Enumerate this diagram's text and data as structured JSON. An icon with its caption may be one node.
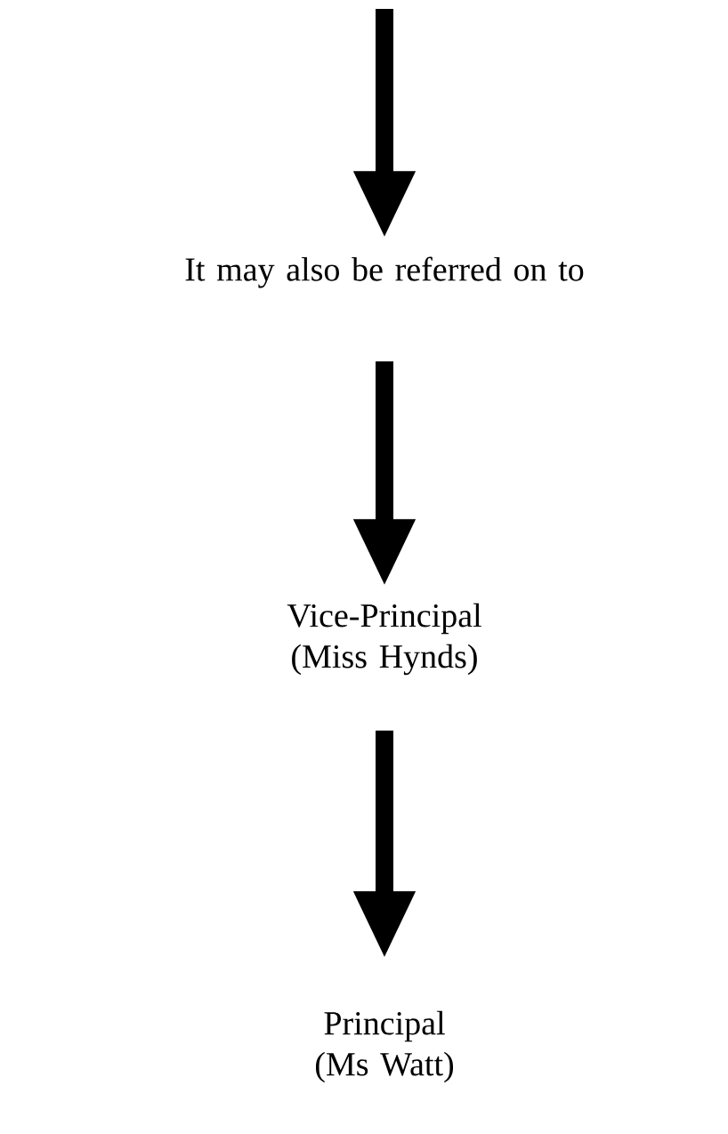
{
  "diagram": {
    "nodes": [
      {
        "text": [
          "It may also be referred on to"
        ]
      },
      {
        "text": [
          "Vice-Principal (Miss Hynds)"
        ]
      },
      {
        "text": [
          "Principal (Ms Watt)"
        ]
      }
    ],
    "edges": [
      {
        "from": null,
        "to": 0,
        "arrow": "to"
      },
      {
        "from": 0,
        "to": 1,
        "arrow": "to"
      },
      {
        "from": 1,
        "to": 2,
        "arrow": "to"
      }
    ]
  }
}
